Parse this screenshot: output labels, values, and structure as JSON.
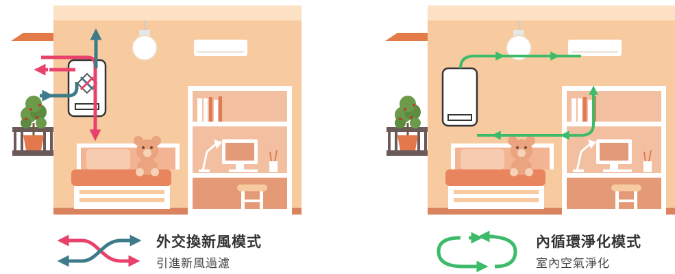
{
  "colors": {
    "wall": "#f7caa0",
    "wall_top": "#fde1c4",
    "floor": "#d9835f",
    "roof": "#e37b48",
    "exchange_in": "#e8416b",
    "exchange_out": "#3e7b8a",
    "circulation": "#3dbb6a"
  },
  "legend": {
    "exchange": {
      "title": "外交換新風模式",
      "subtitle": "引進新風過濾",
      "icon": "crossing-arrows-icon"
    },
    "internal": {
      "title": "內循環淨化模式",
      "subtitle": "室內空氣淨化",
      "icon": "circular-arrows-icon"
    }
  }
}
